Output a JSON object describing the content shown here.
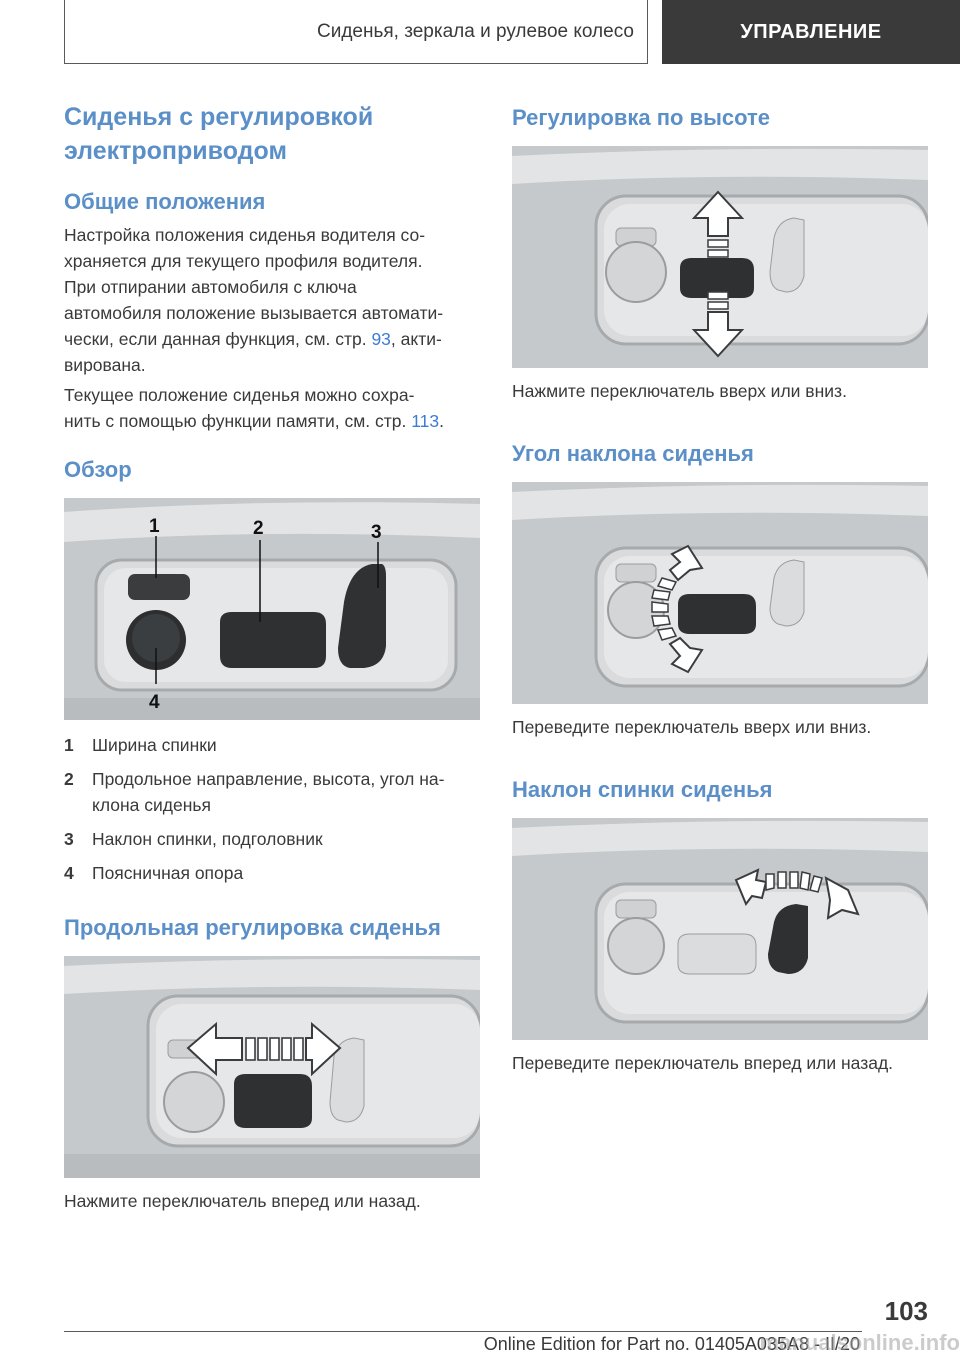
{
  "header": {
    "section_title": "Сиденья, зеркала и рулевое колесо",
    "chapter": "УПРАВЛЕНИЕ"
  },
  "left": {
    "title_line1": "Сиденья с регулировкой",
    "title_line2": "электроприводом",
    "general_heading": "Общие положения",
    "para1_a": "Настройка положения сиденья водителя со-",
    "para1_b": "храняется для текущего профиля водителя.",
    "para1_c": "При отпирании автомобиля с ключа",
    "para1_d": "автомобиля положение вызывается автомати-",
    "para1_e_pre": "чески, если данная функция, см. стр. ",
    "para1_ref": "93",
    "para1_e_post": ", акти-",
    "para1_f": "вирована.",
    "para2_a": "Текущее положение сиденья можно сохра-",
    "para2_b_pre": "нить с помощью функции памяти, см. стр. ",
    "para2_ref": "113",
    "para2_b_post": ".",
    "overview_heading": "Обзор",
    "callouts": [
      "1",
      "2",
      "3",
      "4"
    ],
    "legend": [
      {
        "num": "1",
        "text": "Ширина спинки"
      },
      {
        "num": "2",
        "text": "Продольное направление, высота, угол на-\nклона сиденья"
      },
      {
        "num": "3",
        "text": "Наклон спинки, подголовник"
      },
      {
        "num": "4",
        "text": "Поясничная опора"
      }
    ],
    "longitudinal_heading": "Продольная регулировка сиденья",
    "longitudinal_caption": "Нажмите переключатель вперед или назад."
  },
  "right": {
    "height_heading": "Регулировка по высоте",
    "height_caption": "Нажмите переключатель вверх или вниз.",
    "tilt_heading": "Угол наклона сиденья",
    "tilt_caption": "Переведите переключатель вверх или вниз.",
    "backrest_heading": "Наклон спинки сиденья",
    "backrest_caption": "Переведите переключатель вперед или назад."
  },
  "footer": {
    "page_number": "103",
    "edition": "Online Edition for Part no. 01405A035A8 - II/20",
    "watermark": "manualsonline.info"
  },
  "colors": {
    "heading": "#5b8fc8",
    "link": "#3d7bd6",
    "chapter_bg": "#3a3a3a"
  }
}
